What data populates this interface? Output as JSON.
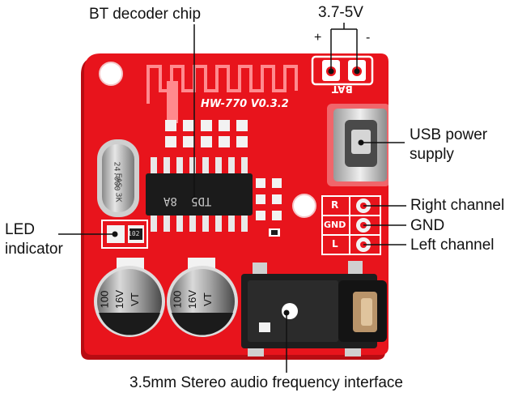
{
  "callouts": {
    "bt_chip": "BT decoder chip",
    "voltage": "3.7-5V",
    "plus": "+",
    "minus": "-",
    "usb_line1": "USB power",
    "usb_line2": "supply",
    "right": "Right channel",
    "gnd": "GND",
    "left": "Left channel",
    "led_line1": "LED",
    "led_line2": "indicator",
    "audio": "3.5mm Stereo audio frequency interface"
  },
  "board": {
    "model": "HW-770 V0.3.2",
    "bat": "BAT",
    "pin_r": "R",
    "pin_gnd": "GND",
    "pin_l": "L",
    "chip_mark": "TD5",
    "chip_mark2": "8A",
    "crystal_line1": "24.000",
    "crystal_line2": "EAS 3K",
    "led_code": "102",
    "cap_value": "100",
    "cap_voltage": "16V",
    "cap_series": "VT"
  },
  "colors": {
    "pcb": "#e8141c",
    "pcb_edge": "#b80c12",
    "pad": "#f2f2f2",
    "chip": "#1b1b1b",
    "text": "#111111"
  }
}
